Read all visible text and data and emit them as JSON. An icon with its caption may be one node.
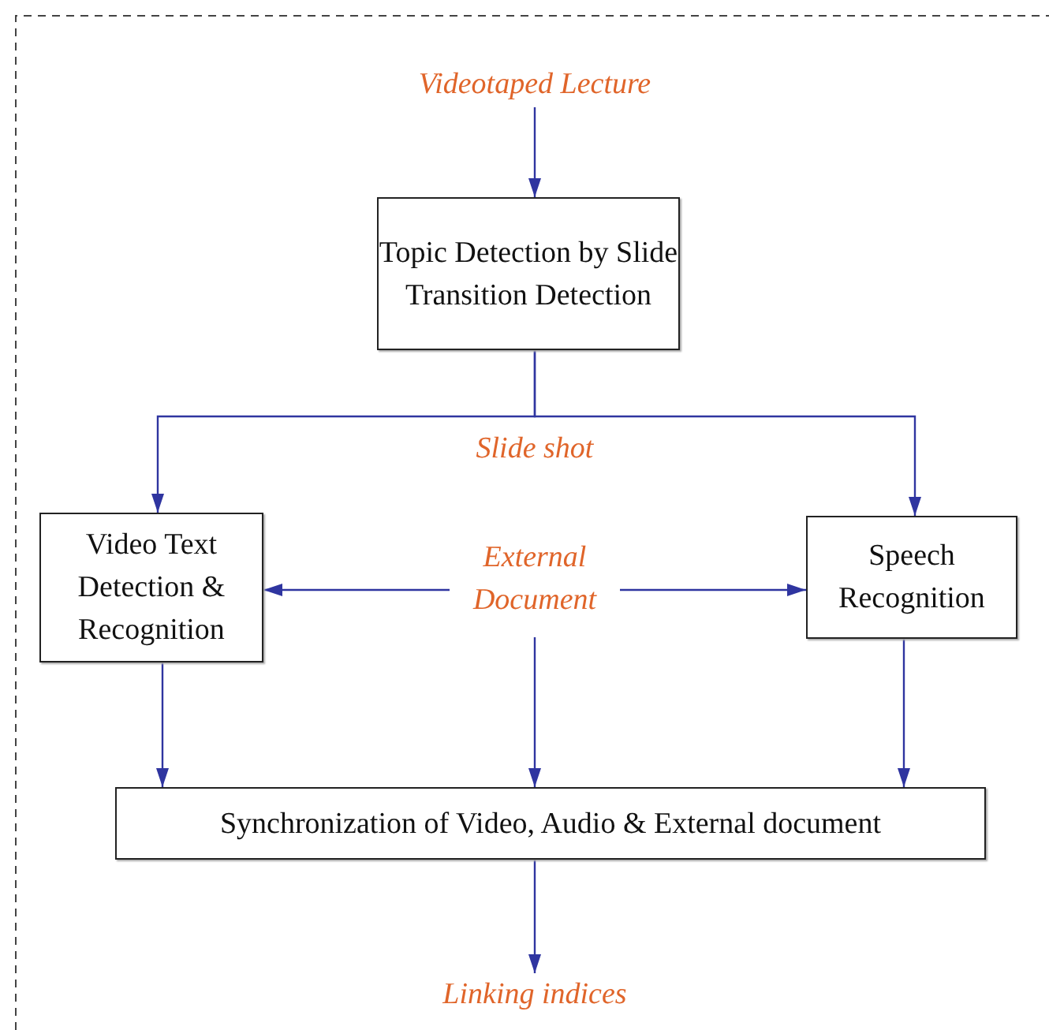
{
  "diagram": {
    "nodes": [
      {
        "text": [
          "Videotaped Lecture"
        ]
      },
      {
        "text": [
          "Topic Detection by Slide Transition Detection"
        ]
      },
      {
        "text": [
          "Video Text Detection & Recognition"
        ]
      },
      {
        "text": [
          "External Document"
        ]
      },
      {
        "text": [
          "Speech Recognition"
        ]
      },
      {
        "text": [
          "Synchronization of Video, Audio & External document"
        ]
      },
      {
        "text": [
          "Linking indices"
        ]
      }
    ],
    "edges": [
      {
        "from": 0,
        "to": 1,
        "arrow": "to"
      },
      {
        "from": 1,
        "to": 2,
        "arrow": "to"
      },
      {
        "from": 1,
        "to": 4,
        "arrow": "to"
      },
      {
        "from": 3,
        "to": 2,
        "arrow": "to"
      },
      {
        "from": 3,
        "to": 4,
        "arrow": "to"
      },
      {
        "from": 2,
        "to": 5,
        "arrow": "to"
      },
      {
        "from": 3,
        "to": 5,
        "arrow": "to"
      },
      {
        "from": 4,
        "to": 5,
        "arrow": "to"
      },
      {
        "from": 5,
        "to": 6,
        "arrow": "to"
      }
    ],
    "labels": [
      "Slide shot"
    ]
  }
}
